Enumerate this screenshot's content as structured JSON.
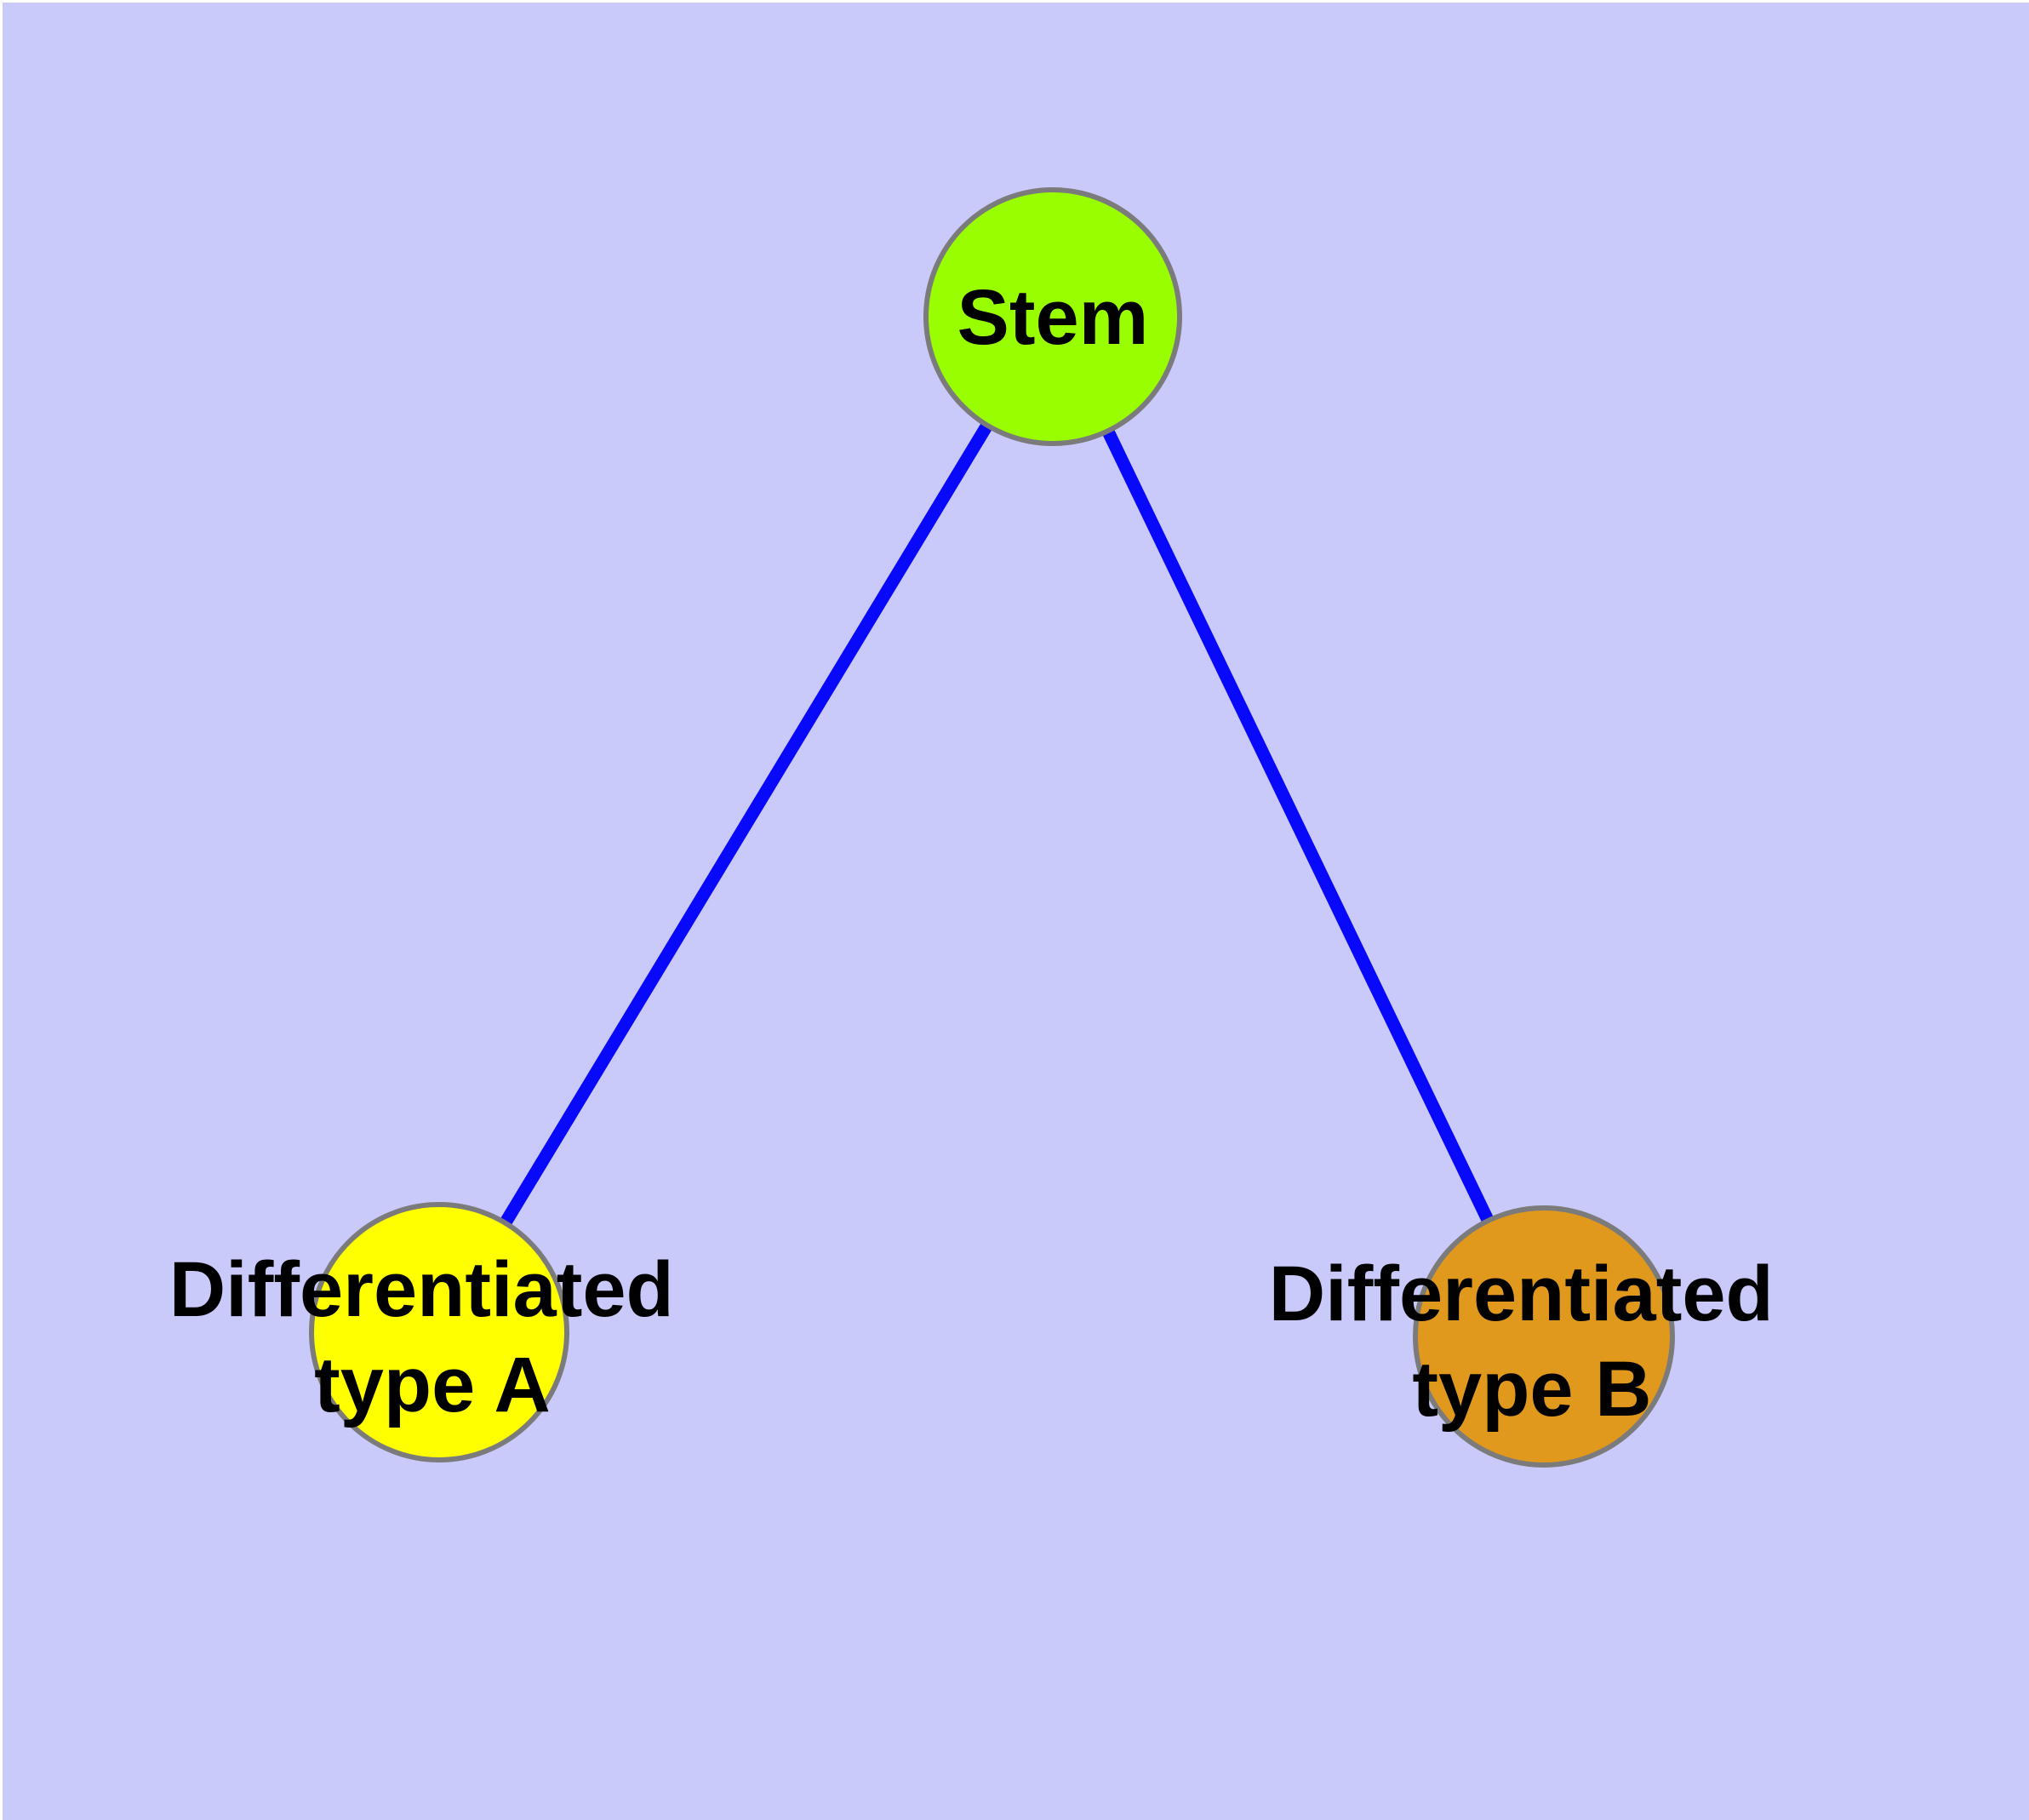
{
  "canvas": {
    "margin_color": "#ffffff",
    "background_color": "#c9c9fa"
  },
  "style": {
    "node_border_color": "#7b7b7b",
    "text_color": "#000000"
  },
  "edges": {
    "color": "#0808fa",
    "list": [
      {
        "from": "stem",
        "to": "type_a"
      },
      {
        "from": "stem",
        "to": "type_b"
      }
    ]
  },
  "nodes": {
    "stem": {
      "label": "Stem",
      "fill": "#99ff00"
    },
    "type_a": {
      "label_line1": "Differentiated",
      "label_line2": "type A",
      "fill": "#ffff00"
    },
    "type_b": {
      "label_line1": "Differentiated",
      "label_line2": "type B",
      "fill": "#e0991d"
    }
  }
}
